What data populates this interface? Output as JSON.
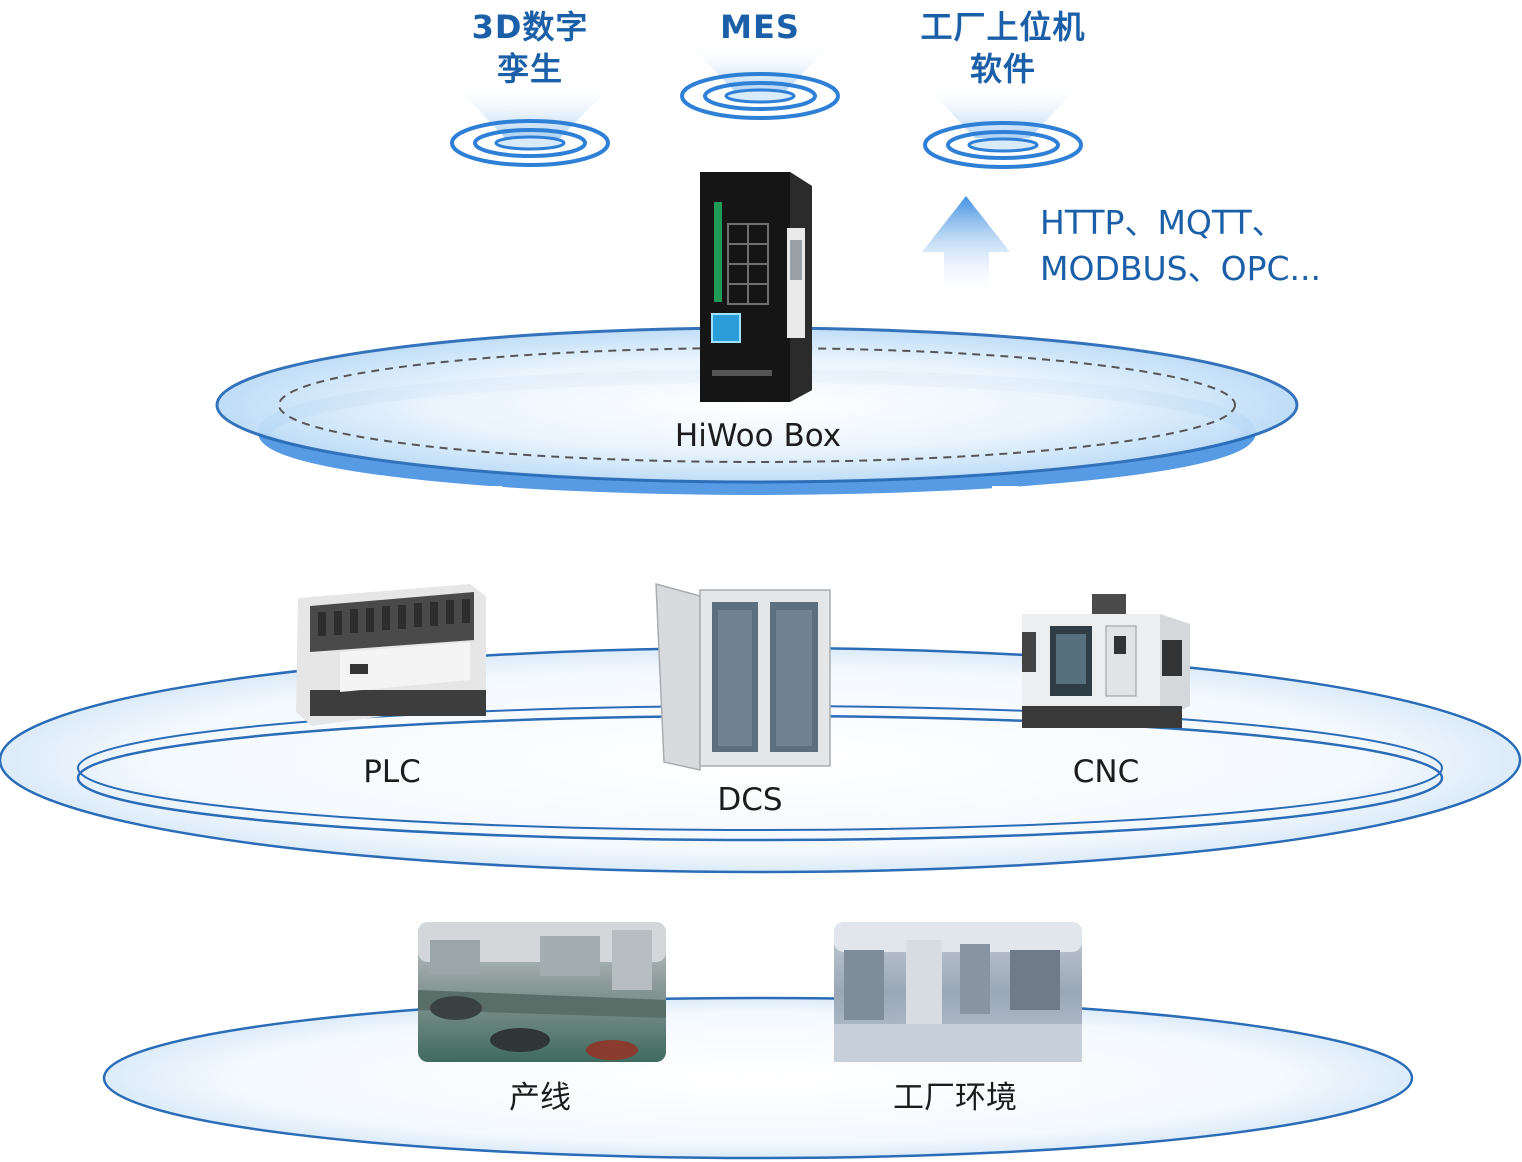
{
  "top_systems": [
    {
      "line1": "3D数字",
      "line2": "孪生"
    },
    {
      "line1": "MES",
      "line2": ""
    },
    {
      "line1": "工厂上位机",
      "line2": "软件"
    }
  ],
  "protocols": {
    "line1": "HTTP、MQTT、",
    "line2": "MODBUS、OPC..."
  },
  "gateway": {
    "label": "HiWoo Box",
    "icon": "gateway-device-icon"
  },
  "devices": [
    {
      "label": "PLC",
      "icon": "plc-icon"
    },
    {
      "label": "DCS",
      "icon": "dcs-cabinet-icon"
    },
    {
      "label": "CNC",
      "icon": "cnc-machine-icon"
    }
  ],
  "scenes": [
    {
      "label": "产线",
      "icon": "production-line-photo"
    },
    {
      "label": "工厂环境",
      "icon": "factory-environment-photo"
    }
  ],
  "colors": {
    "primary": "#2e7fd6",
    "text_blue": "#1a5fa8",
    "ring": "#2a6cb8",
    "glow": "#cfe6fb"
  }
}
